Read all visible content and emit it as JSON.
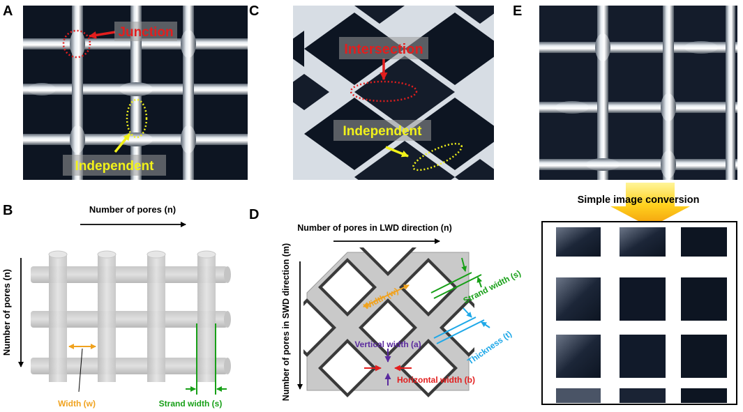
{
  "colors": {
    "red": "#e21e1e",
    "yellow": "#f2f21a",
    "orange": "#f0a21e",
    "green": "#18a018",
    "blue": "#1ea8e8",
    "purple": "#5a2a9e",
    "dark": "#0d1522",
    "metal": "#d7dde4",
    "rod": "#d3d3d3"
  },
  "panels": {
    "A": {
      "letter": "A",
      "junction": "Junction",
      "independent": "Independent"
    },
    "B": {
      "letter": "B",
      "top_axis": "Number of pores (n)",
      "left_axis": "Number of pores (n)",
      "width": "Width (w)",
      "strand_width": "Strand width (s)"
    },
    "C": {
      "letter": "C",
      "intersection": "Intersection",
      "independent": "Independent"
    },
    "D": {
      "letter": "D",
      "top_axis": "Number of pores in LWD direction (n)",
      "left_axis": "Number of pores in SWD direction (m)",
      "width": "Width (w)",
      "strand_width": "Strand width (s)",
      "thickness": "Thickness (t)",
      "vertical_width": "Vertical width (a)",
      "horizontal_width": "Horizontal width (b)"
    },
    "E": {
      "letter": "E",
      "conversion": "Simple image conversion"
    }
  }
}
